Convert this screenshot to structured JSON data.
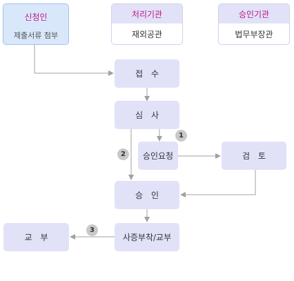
{
  "applicant": {
    "title": "신청인",
    "subtitle": "제출서류 첨부"
  },
  "processing_org": {
    "title": "처리기관",
    "name": "재외공관"
  },
  "approval_org": {
    "title": "승인기관",
    "name": "법무부장관"
  },
  "steps": {
    "receipt": "접　수",
    "review": "심　사",
    "approval_request": "승인요청",
    "examination": "검　토",
    "approval": "승　인",
    "visa_issue": "사증부착/교부",
    "delivery": "교　부"
  },
  "badges": {
    "one": "1",
    "two": "2",
    "three": "3"
  },
  "colors": {
    "box": "#e1e2f8",
    "applicant": "#d8e8fa",
    "title": "#c0168a",
    "line": "#a0a0a0",
    "badge": "#c9c9c9"
  }
}
